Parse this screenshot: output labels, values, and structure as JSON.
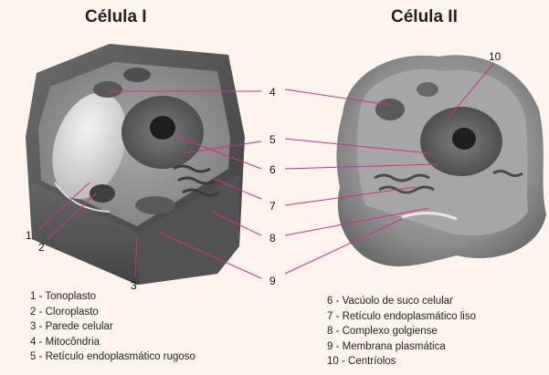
{
  "titles": {
    "cell1": "Célula I",
    "cell2": "Célula II"
  },
  "callouts": [
    "1",
    "2",
    "3",
    "4",
    "5",
    "6",
    "7",
    "8",
    "9",
    "10"
  ],
  "legend_left": [
    "1 - Tonoplasto",
    "2 - Cloroplasto",
    "3 - Parede celular",
    "4 - Mitocôndria",
    "5 - Retículo endoplasmático rugoso"
  ],
  "legend_right": [
    "6 - Vacúolo de suco celular",
    "7 - Retículo endoplasmático liso",
    "8 - Complexo golgiense",
    "9 - Membrana plasmática",
    "10 - Centríolos"
  ],
  "colors": {
    "background": "#fbf3ec",
    "leader_lines": "#d62c8c",
    "cell_wall": "#5a5a5a",
    "cytoplasm": "#8f8f8f",
    "vacuole": "#dcdcdc"
  }
}
